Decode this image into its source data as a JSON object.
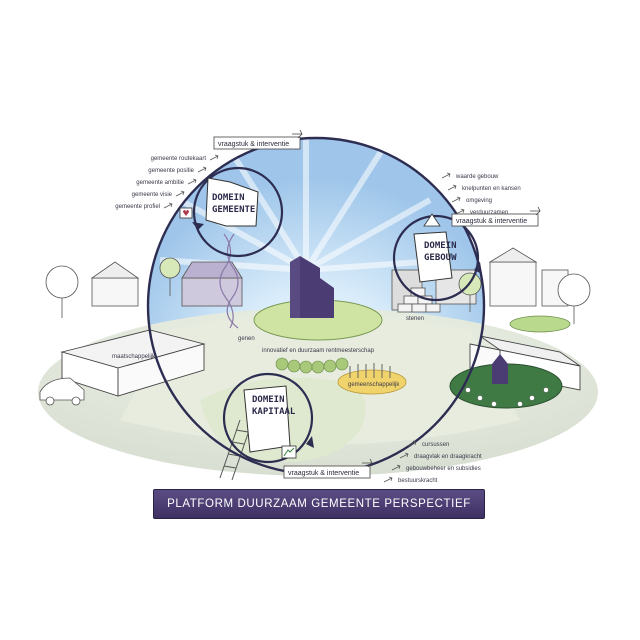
{
  "top_callout": "vraagstuk & interventie",
  "right_callout": "vraagstuk & interventie",
  "bottom_callout": "vraagstuk & interventie",
  "gemeente_labels": [
    "gemeente routekaart",
    "gemeente positie",
    "gemeente ambitie",
    "gemeente visie",
    "gemeente profiel"
  ],
  "gebouw_labels": [
    "waarde gebouw",
    "knelpunten en kansen",
    "omgeving",
    "verduurzamen"
  ],
  "kapitaal_labels": [
    "cursussen",
    "draagvlak en draagkracht",
    "gebouwbeheer en subsidies",
    "bestuurskracht"
  ],
  "domains": {
    "gemeente": [
      "DOMEIN",
      "GEMEENTE"
    ],
    "gebouw": [
      "DOMEIN",
      "GEBOUW"
    ],
    "kapitaal": [
      "DOMEIN",
      "KAPITAAL"
    ]
  },
  "scene_labels": {
    "genen": "genen",
    "stenen": "stenen",
    "center": "innovatief en duurzaam rentmeesterschap",
    "maatschappelijk": "maatschappelijk",
    "gemeenschappelijk": "gemeenschappelijk"
  },
  "banner": "PLATFORM DUURZAAM GEMEENTE PERSPECTIEF",
  "colors": {
    "accent": "#4b3d73",
    "ring": "#2d2d52",
    "green": "#b9d98c",
    "yellow": "#f1d36b",
    "dark_green": "#3f7a45"
  }
}
